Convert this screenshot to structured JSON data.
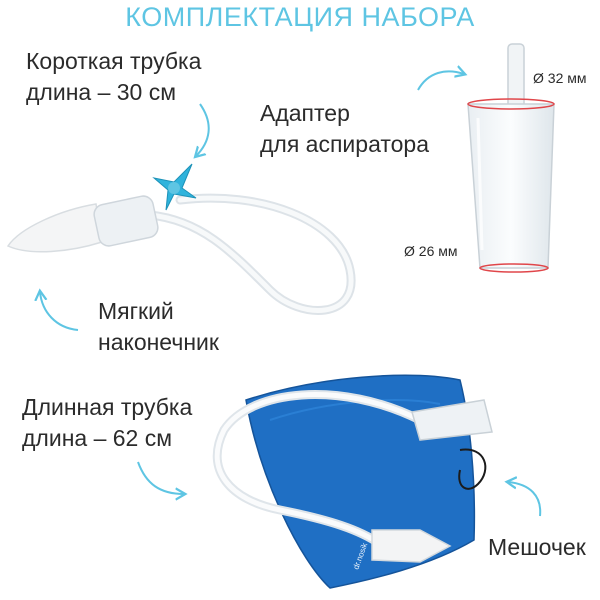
{
  "header": {
    "title": "КОМПЛЕКТАЦИЯ НАБОРА"
  },
  "items": {
    "short_tube": {
      "line1": "Короткая трубка",
      "line2": "длина – 30 см"
    },
    "adapter": {
      "line1": "Адаптер",
      "line2": "для аспиратора"
    },
    "soft_tip": {
      "line1": "Мягкий",
      "line2": "наконечник"
    },
    "long_tube": {
      "line1": "Длинная трубка",
      "line2": "длина – 62 см"
    },
    "pouch": {
      "label": "Мешочек",
      "tag": "dr.nosik"
    }
  },
  "dimensions": {
    "top": "Ø 32 мм",
    "bottom": "Ø 26 мм"
  },
  "colors": {
    "accent": "#5ec5e3",
    "pouch": "#1f6fc4",
    "valve": "#2fb3dc",
    "rim": "#e0464a"
  }
}
